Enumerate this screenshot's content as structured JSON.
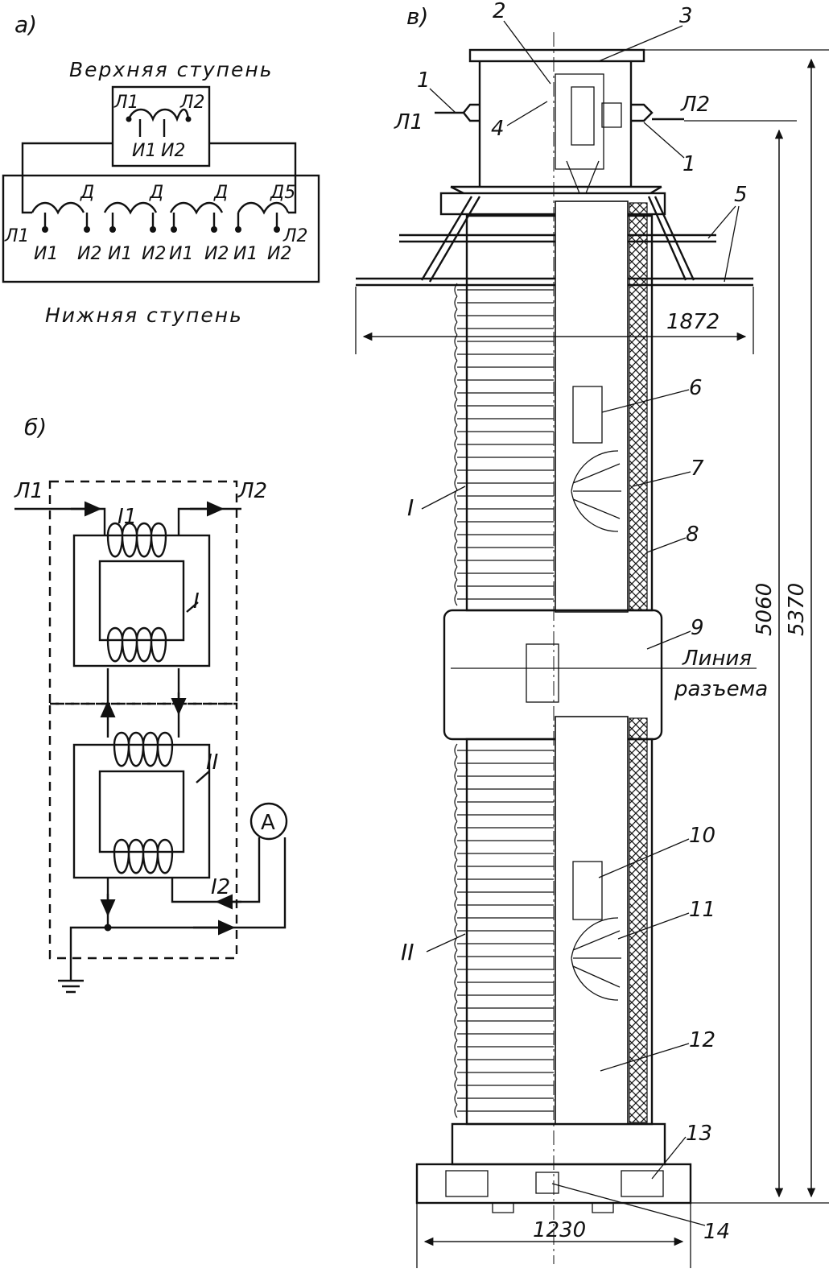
{
  "panel_a": {
    "title": "a)",
    "top_caption": "Верхняя ступень",
    "bottom_caption": "Нижняя ступень",
    "upper_labels": [
      "Л1",
      "Л2",
      "И1",
      "И2"
    ],
    "lower_top_labels": [
      "Д",
      "Д",
      "Д",
      "Д5"
    ],
    "lower_bottom_labels": [
      "Л1",
      "И1",
      "И2",
      "И1",
      "И2",
      "И1",
      "И2",
      "И1",
      "И2",
      "Л2"
    ]
  },
  "panel_b": {
    "title": "б)",
    "in_label": "Л1",
    "out_label": "Л2",
    "current_1": "I1",
    "current_2": "I2",
    "core_1": "I",
    "core_2": "II",
    "ammeter": "A"
  },
  "panel_v": {
    "title": "в)",
    "callouts": [
      "1",
      "2",
      "3",
      "4",
      "1",
      "5",
      "6",
      "7",
      "8",
      "9",
      "10",
      "11",
      "12",
      "13",
      "14"
    ],
    "terminal_left": "Л1",
    "terminal_right": "Л2",
    "stage_1": "I",
    "stage_2": "II",
    "split_line": [
      "Линия",
      "разъема"
    ],
    "dims": {
      "width_top": "1872",
      "width_base": "1230",
      "height_inner": "5060",
      "height_total": "5370"
    }
  }
}
